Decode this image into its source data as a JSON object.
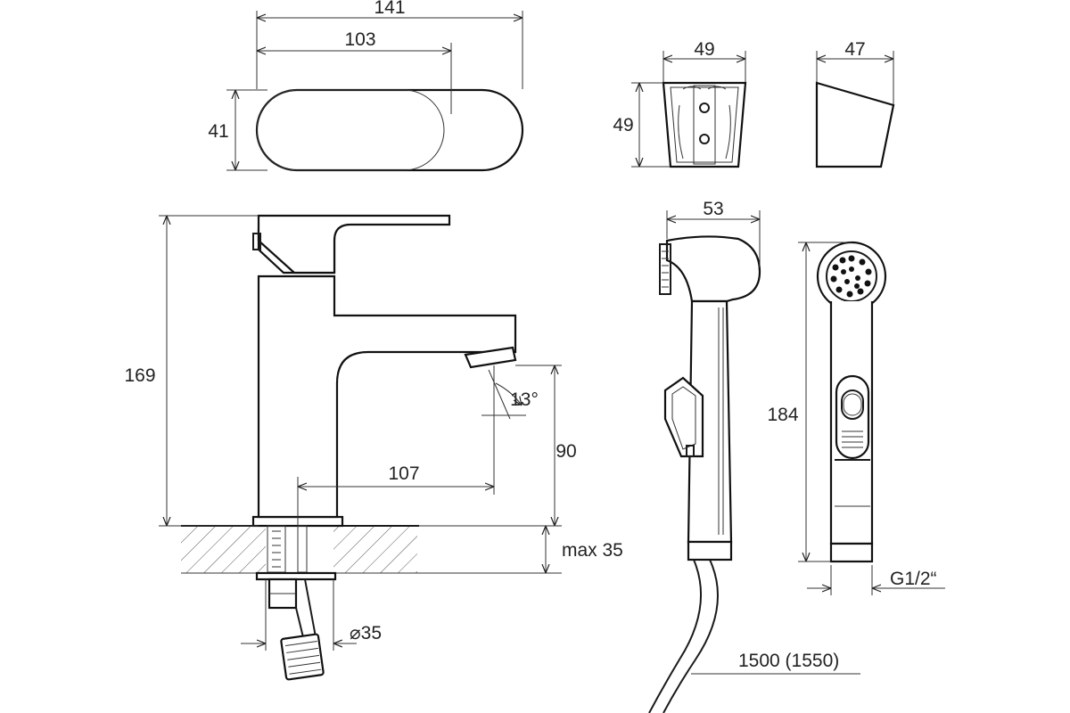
{
  "dimensions": {
    "handle_length": "141",
    "handle_inner": "103",
    "handle_height": "41",
    "holder_width": "49",
    "holder_height": "49",
    "holder_depth": "47",
    "faucet_height": "169",
    "spout_clearance": "90",
    "spout_reach": "107",
    "spout_angle": "13°",
    "counter_thickness": "max 35",
    "mount_diameter": "⌀35",
    "sprayer_width": "53",
    "sprayer_length": "184",
    "thread": "G1/2“",
    "hose_length": "1500 (1550)"
  },
  "colors": {
    "line": "#1a1a1a",
    "background": "#ffffff"
  }
}
